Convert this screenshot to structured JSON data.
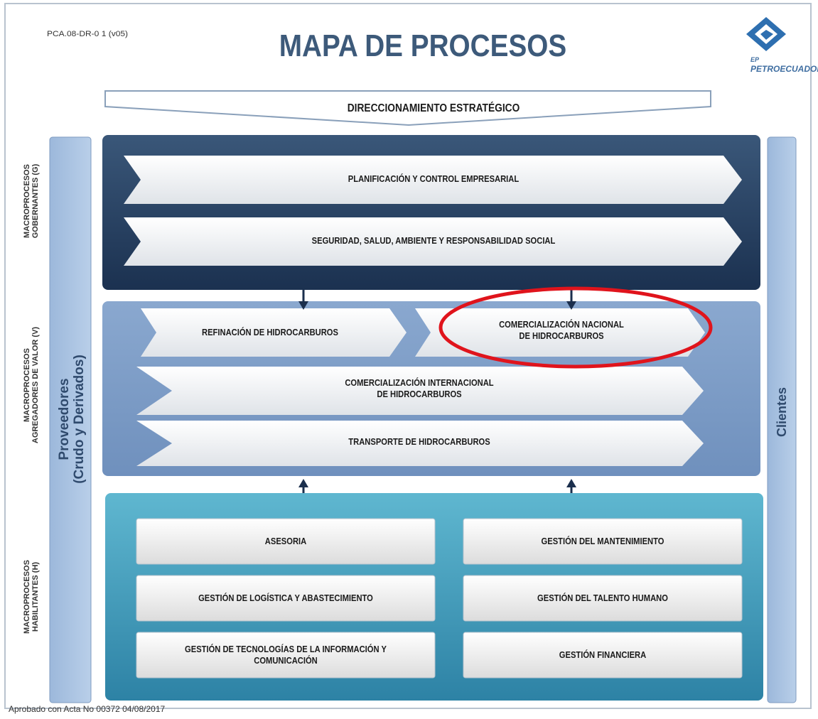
{
  "document_code": "PCA.08-DR-0 1 (v05)",
  "title": "MAPA DE PROCESOS",
  "logo": {
    "brand": "EP PETROECUADOR",
    "small": "EP",
    "name": "PETROECUADOR",
    "icon": "petroecuador-logo-icon",
    "color": "#2e6fb0"
  },
  "top_banner": "DIRECCIONAMIENTO ESTRATÉGICO",
  "left_column": {
    "line1": "Proveedores",
    "line2": "(Crudo y Derivados)"
  },
  "right_column": "Clientes",
  "sections": {
    "gobernantes": {
      "label_line1": "MACROPROCESOS",
      "label_line2": "GOBERNANTES (G)",
      "color": "#1f3a5f",
      "processes": [
        "PLANIFICACIÓN Y CONTROL EMPRESARIAL",
        "SEGURIDAD, SALUD, AMBIENTE Y RESPONSABILIDAD SOCIAL"
      ]
    },
    "agregadores": {
      "label_line1": "MACROPROCESOS",
      "label_line2": "AGREGADORES DE VALOR (V)",
      "color": "#7a9cc6",
      "processes": {
        "refinacion": "REFINACIÓN DE HIDROCARBUROS",
        "comercial_nacional_1": "COMERCIALIZACIÓN NACIONAL",
        "comercial_nacional_2": "DE HIDROCARBUROS",
        "comercial_internacional_1": "COMERCIALIZACIÓN INTERNACIONAL",
        "comercial_internacional_2": "DE HIDROCARBUROS",
        "transporte": "TRANSPORTE DE HIDROCARBUROS"
      }
    },
    "habilitantes": {
      "label_line1": "MACROPROCESOS",
      "label_line2": "HABILITANTES (H)",
      "color": "#2e8fb3",
      "processes": {
        "asesoria": "ASESORIA",
        "mantenimiento": "GESTIÓN DEL MANTENIMIENTO",
        "logistica": "GESTIÓN DE LOGÍSTICA Y ABASTECIMIENTO",
        "talento": "GESTIÓN DEL TALENTO HUMANO",
        "tecnologias_1": "GESTIÓN DE TECNOLOGÍAS DE LA INFORMACIÓN Y",
        "tecnologias_2": "COMUNICACIÓN",
        "financiera": "GESTIÓN FINANCIERA"
      }
    }
  },
  "highlight_color": "#e0141c",
  "footer": "Aprobado con Acta No 00372  04/08/2017"
}
